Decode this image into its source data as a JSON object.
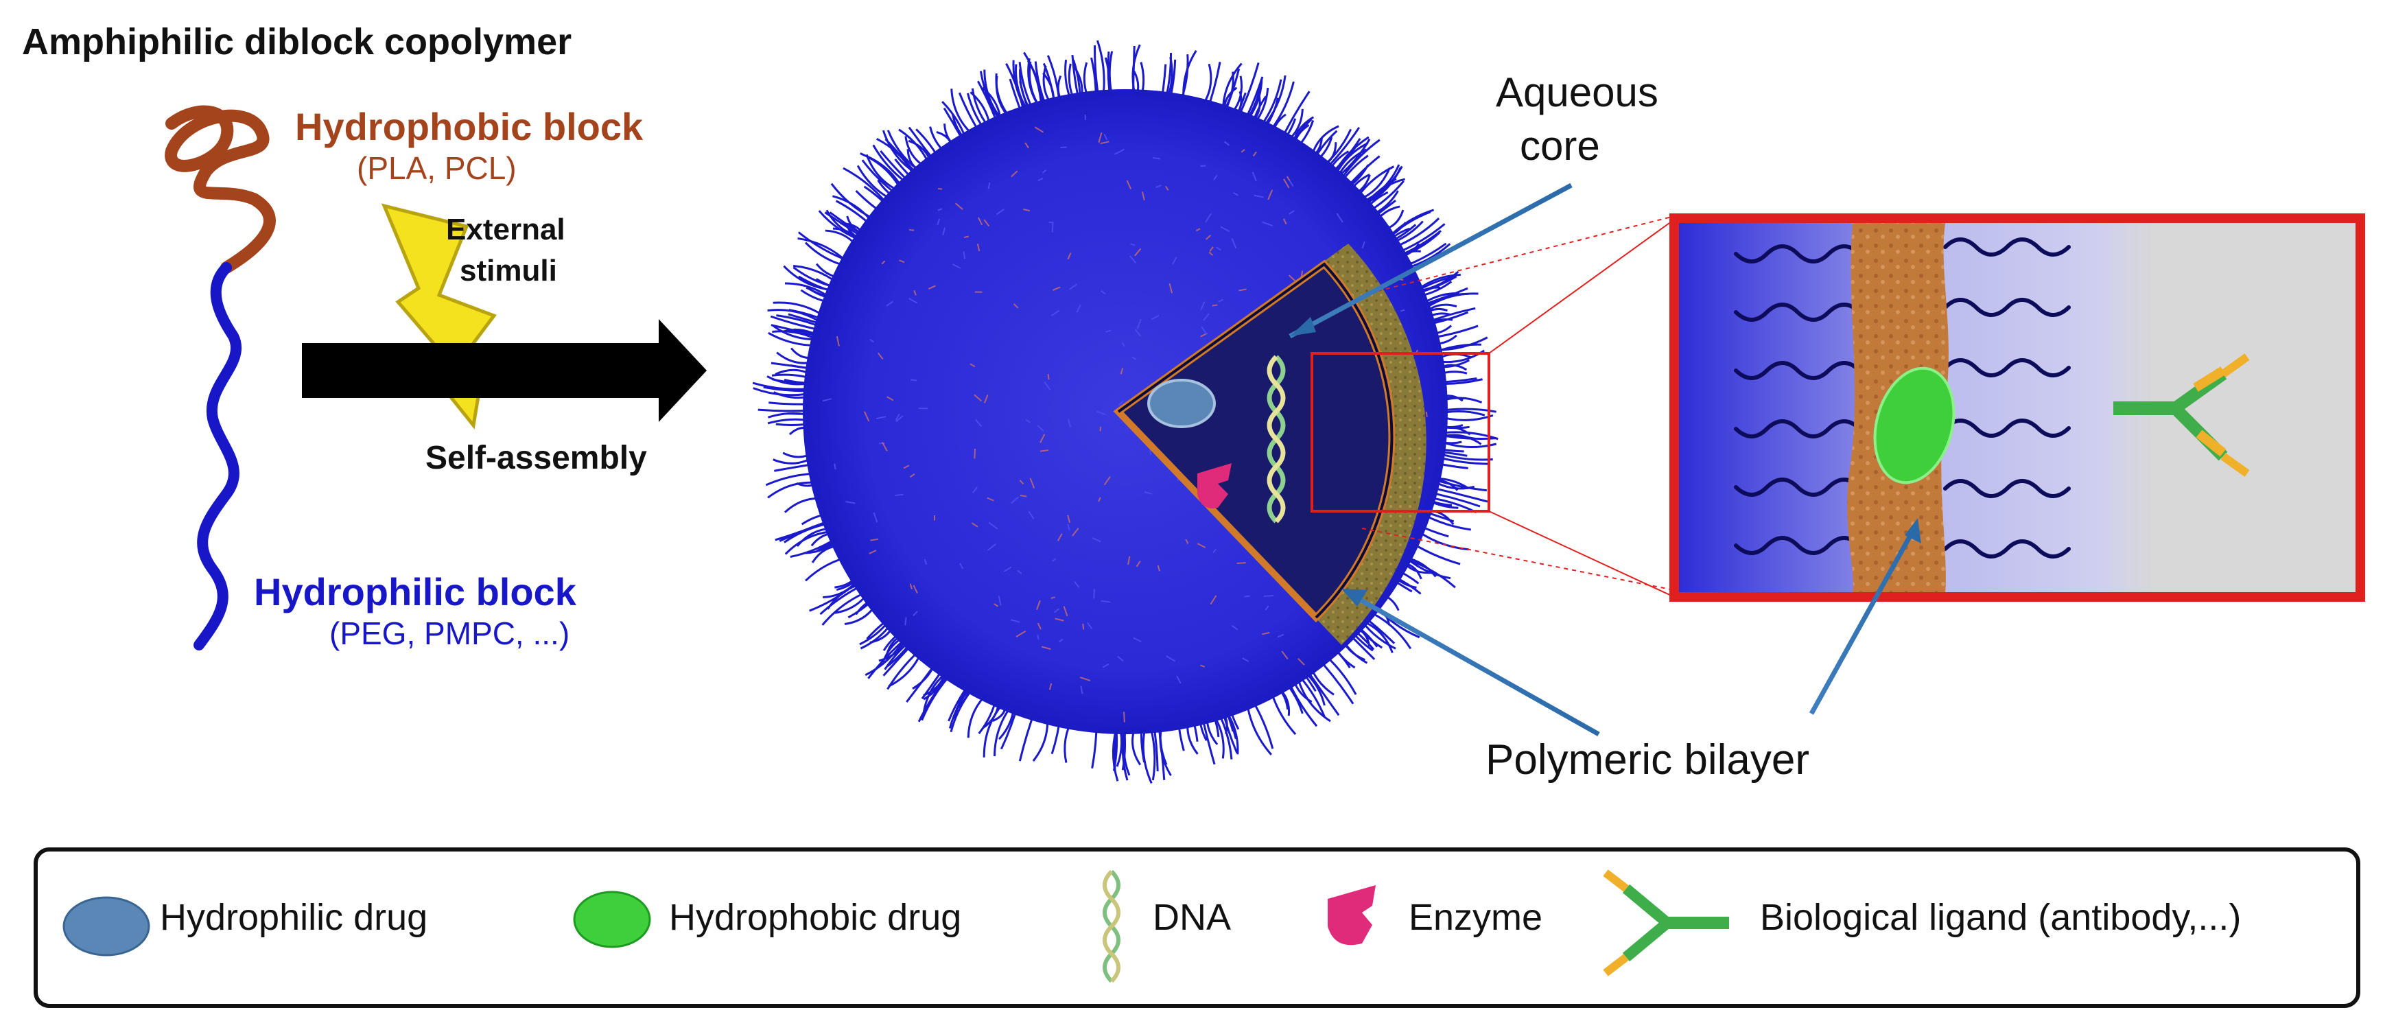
{
  "title": "Amphiphilic diblock copolymer",
  "hydrophobic_block": {
    "label": "Hydrophobic block",
    "examples": "(PLA, PCL)"
  },
  "hydrophilic_block": {
    "label": "Hydrophilic  block",
    "examples": "(PEG, PMPC, ...)"
  },
  "stimuli": {
    "line1": "External",
    "line2": "stimuli"
  },
  "process_label": "Self-assembly",
  "aqueous_core": {
    "line1": "Aqueous",
    "line2": "core"
  },
  "bilayer_label": "Polymeric bilayer",
  "legend": {
    "hydrophilic_drug": "Hydrophilic drug",
    "hydrophobic_drug": "Hydrophobic drug",
    "dna": "DNA",
    "enzyme": "Enzyme",
    "ligand": "Biological ligand (antibody,...)"
  },
  "colors": {
    "hydrophobic": "#a4441c",
    "hydrophilic": "#1717c8",
    "polymer_chain": "#1a1acc",
    "membrane": "#c27a3a",
    "zoom_frame": "#e0201e",
    "hydrophilic_drug": "#5b87b7",
    "hydrophobic_drug": "#3fcf3a",
    "enzyme": "#e02b7a",
    "lightning": "#f3e21d"
  }
}
